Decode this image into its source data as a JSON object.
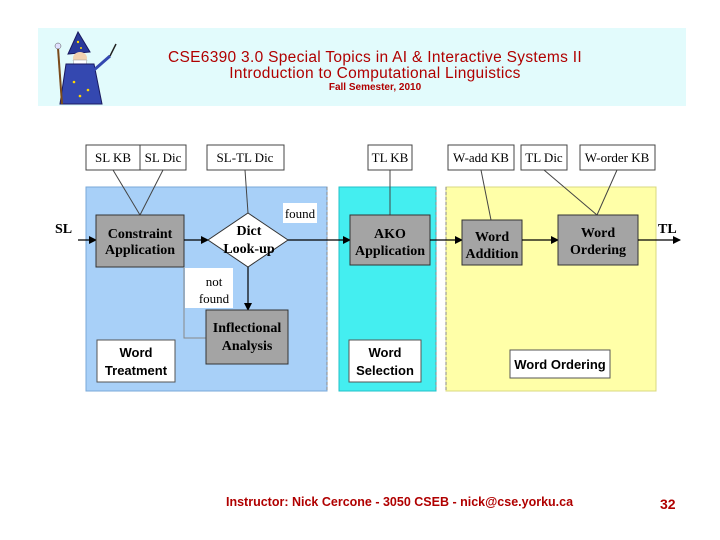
{
  "header": {
    "line1": "CSE6390 3.0 Special Topics in AI & Interactive Systems II",
    "line2": "Introduction to Computational Linguistics",
    "line3": "Fall Semester, 2010"
  },
  "diagram": {
    "kb_boxes": [
      "SL KB",
      "SL Dic",
      "SL-TL Dic",
      "TL KB",
      "W-add KB",
      "TL Dic",
      "W-order KB"
    ],
    "input_label": "SL",
    "output_label": "TL",
    "constraint": [
      "Constraint",
      "Application"
    ],
    "dict": [
      "Dict",
      "Look-up"
    ],
    "found": "found",
    "not_found": [
      "not",
      "found"
    ],
    "inflectional": [
      "Inflectional",
      "Analysis"
    ],
    "ako": [
      "AKO",
      "Application"
    ],
    "word_addition": [
      "Word",
      "Addition"
    ],
    "word_ordering_box": [
      "Word",
      "Ordering"
    ],
    "module_labels": {
      "treatment": [
        "Word",
        "Treatment"
      ],
      "selection": [
        "Word",
        "Selection"
      ],
      "ordering": "Word Ordering"
    }
  },
  "footer": {
    "instructor": "Instructor: Nick Cercone - 3050 CSEB - nick@cse.yorku.ca",
    "page": "32"
  },
  "colors": {
    "header_bg": "#e2fbfc",
    "title_red": "#b00000",
    "treatment_region": "#a8d0f8",
    "selection_region": "#44eef0",
    "ordering_region": "#ffffa8",
    "process_box": "#a4a4a4"
  }
}
